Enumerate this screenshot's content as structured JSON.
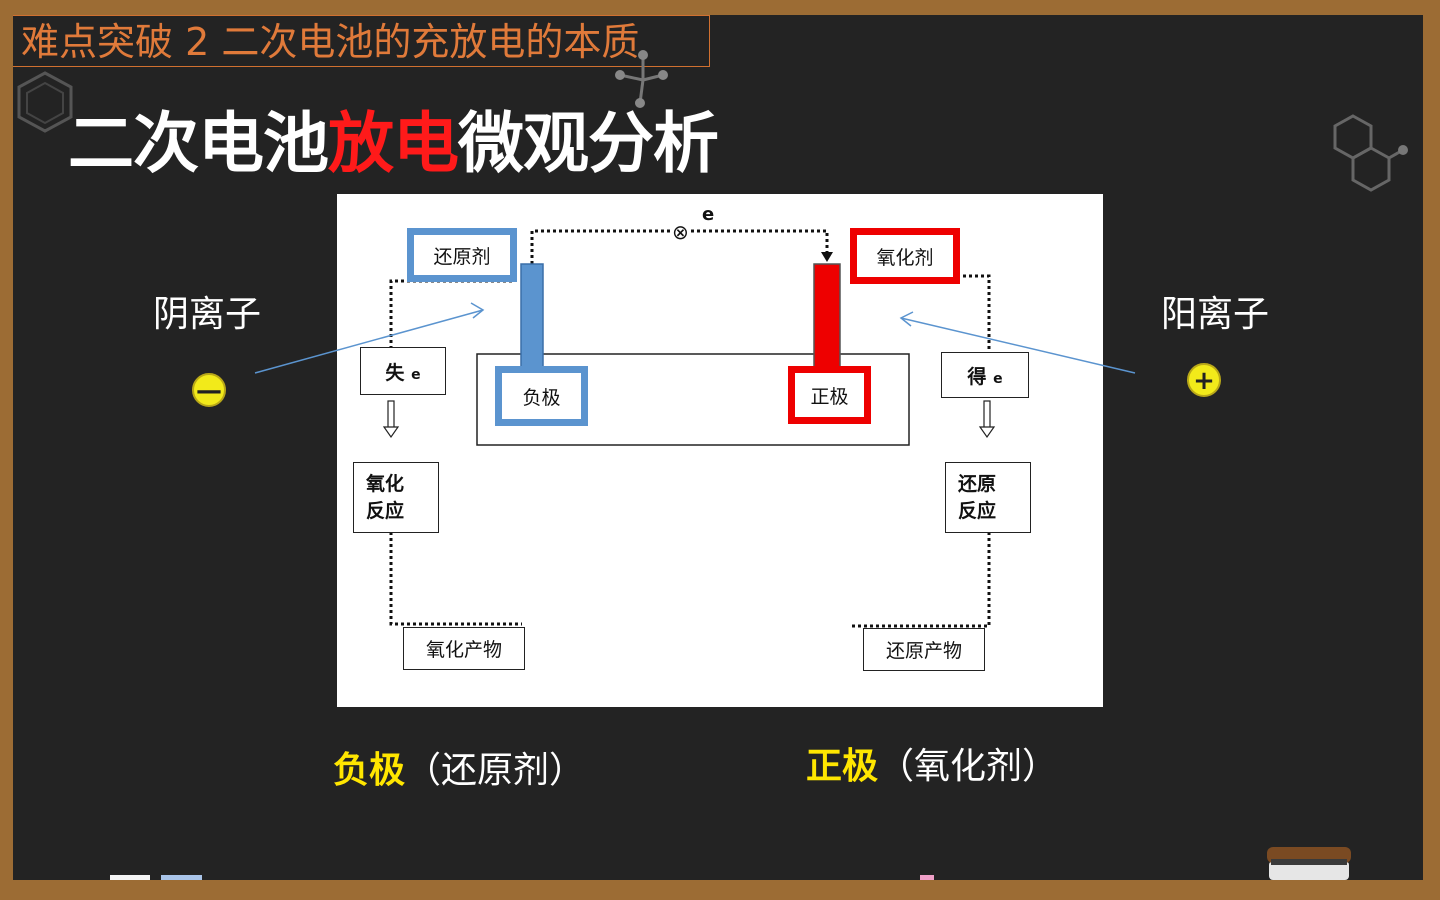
{
  "topic_title": "难点突破 2 二次电池的充放电的本质",
  "main_title": {
    "part1": "二次电池",
    "part2": "放电",
    "part3": "微观分析"
  },
  "left_side": {
    "label": "阴离子",
    "ion_symbol": "—"
  },
  "right_side": {
    "label": "阳离子",
    "ion_symbol": "+"
  },
  "diagram": {
    "electron_label": "e",
    "ammeter_symbol": "⊗",
    "reducing_agent": "还原剂",
    "oxidizing_agent": "氧化剂",
    "neg_electrode": "负极",
    "pos_electrode": "正极",
    "lose_e": {
      "text": "失",
      "e": "e"
    },
    "gain_e": {
      "text": "得",
      "e": "e"
    },
    "oxidation_reaction": [
      "氧化",
      "反应"
    ],
    "reduction_reaction": [
      "还原",
      "反应"
    ],
    "oxidation_product": "氧化产物",
    "reduction_product": "还原产物"
  },
  "captions": {
    "left": {
      "key": "负极",
      "rest": "（还原剂）"
    },
    "right": {
      "key": "正极",
      "rest": "（氧化剂）"
    }
  },
  "colors": {
    "frame": "#9c6c34",
    "board": "#232323",
    "topic": "#e07a3a",
    "highlight_red": "#ff1a1a",
    "caption_yellow": "#ffe600",
    "anode_blue": "#5b94cf",
    "cathode_red": "#ee0000",
    "ion_yellow": "#f2ea1a"
  }
}
